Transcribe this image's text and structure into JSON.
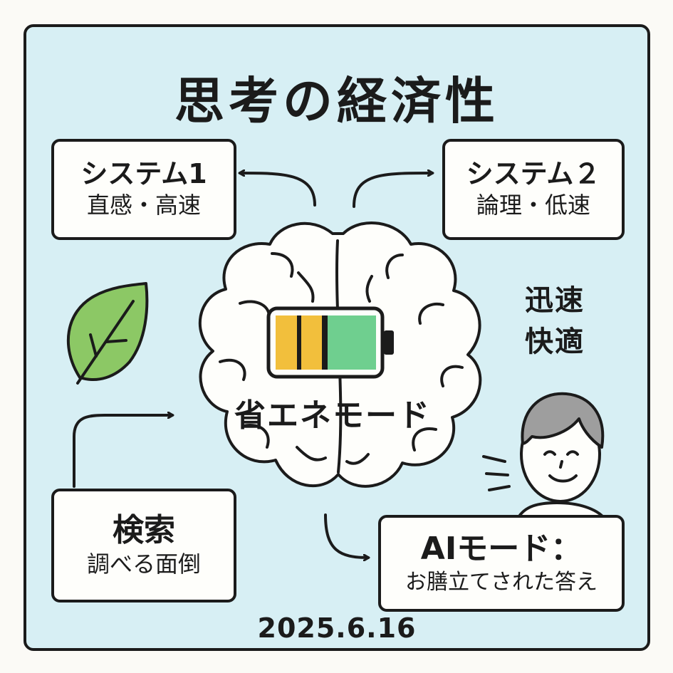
{
  "title": "思考の経済性",
  "system1": {
    "heading": "システム1",
    "subtitle": "直感・高速"
  },
  "system2": {
    "heading": "システム２",
    "subtitle": "論理・低速"
  },
  "brain": {
    "mode_label": "省エネモード"
  },
  "side_text": {
    "line1": "迅速",
    "line2": "快適"
  },
  "search": {
    "heading": "検索",
    "subtitle": "調べる面倒"
  },
  "ai_mode": {
    "heading": "AIモード：",
    "subtitle": "お膳立てされた答え"
  },
  "date": "2025.6.16",
  "icons": [
    "leaf-icon",
    "battery-icon",
    "brain-icon",
    "person-icon"
  ],
  "colors": {
    "background": "#d7eff4",
    "battery_yellow": "#f2bf3c",
    "battery_green": "#6fcf8f",
    "leaf_green": "#8cc865",
    "hair_gray": "#9e9e9e"
  }
}
